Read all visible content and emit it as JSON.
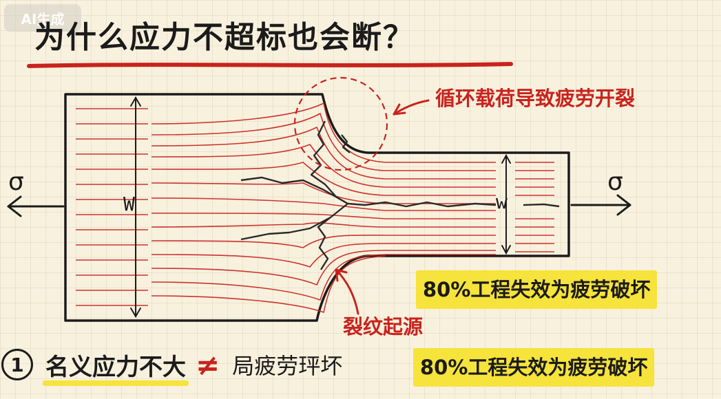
{
  "watermark": "AI生成",
  "title": "为什么应力不超标也会断？",
  "labels": {
    "cyclic_load": "循环载荷导致疲劳开裂",
    "crack_origin": "裂纹起源",
    "width_wide": "W",
    "width_narrow": "w",
    "stress_left": "σ",
    "stress_right": "σ"
  },
  "facts": {
    "fact_1": "80%工程失效为疲劳破坏",
    "fact_2": "80%工程失效为疲劳破坏"
  },
  "bottom": {
    "number": "1",
    "nominal": "名义应力不大",
    "neq": "≠",
    "fatigue": "局疲劳玶坏"
  },
  "colors": {
    "accent": "#c8231e",
    "highlight": "#f6e33b",
    "ink": "#1b1b1b",
    "paper": "#f8f1de"
  }
}
